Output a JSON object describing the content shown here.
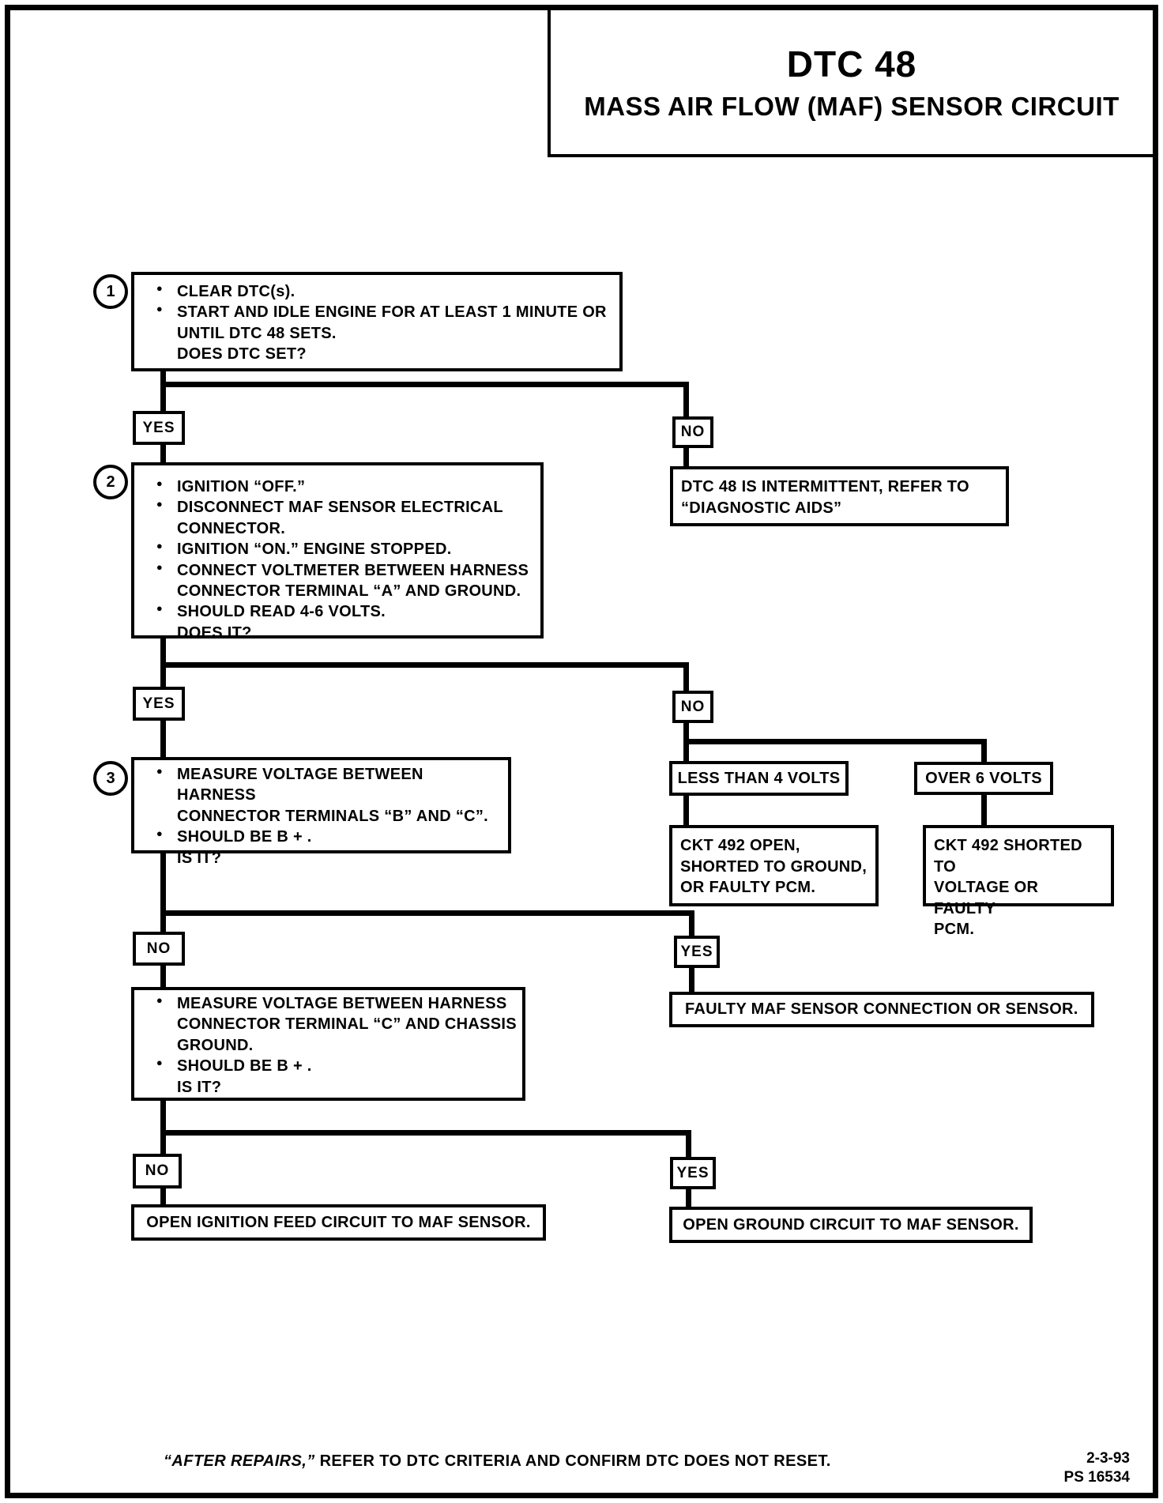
{
  "header": {
    "title": "DTC 48",
    "subtitle": "MASS AIR FLOW (MAF) SENSOR CIRCUIT"
  },
  "steps": {
    "step1": {
      "number": "1",
      "lines": [
        {
          "bullet": true,
          "text": "CLEAR DTC(s)."
        },
        {
          "bullet": true,
          "text": "START AND IDLE ENGINE FOR AT LEAST 1 MINUTE OR"
        },
        {
          "bullet": false,
          "text": "UNTIL DTC 48 SETS."
        },
        {
          "bullet": false,
          "text": "DOES DTC SET?"
        }
      ]
    },
    "step2": {
      "number": "2",
      "lines": [
        {
          "bullet": true,
          "text": "IGNITION “OFF.”"
        },
        {
          "bullet": true,
          "text": "DISCONNECT MAF SENSOR ELECTRICAL"
        },
        {
          "bullet": false,
          "text": "CONNECTOR."
        },
        {
          "bullet": true,
          "text": "IGNITION “ON.”  ENGINE STOPPED."
        },
        {
          "bullet": true,
          "text": "CONNECT VOLTMETER BETWEEN HARNESS"
        },
        {
          "bullet": false,
          "text": "CONNECTOR TERMINAL “A” AND GROUND."
        },
        {
          "bullet": true,
          "text": "SHOULD READ 4-6 VOLTS."
        },
        {
          "bullet": false,
          "text": "DOES IT?"
        }
      ]
    },
    "step3": {
      "number": "3",
      "lines": [
        {
          "bullet": true,
          "text": "MEASURE VOLTAGE BETWEEN HARNESS"
        },
        {
          "bullet": false,
          "text": "CONNECTOR TERMINALS “B” AND “C”."
        },
        {
          "bullet": true,
          "text": "SHOULD BE B + ."
        },
        {
          "bullet": false,
          "text": "IS IT?"
        }
      ]
    },
    "step4": {
      "lines": [
        {
          "bullet": true,
          "text": "MEASURE VOLTAGE BETWEEN HARNESS"
        },
        {
          "bullet": false,
          "text": "CONNECTOR TERMINAL “C” AND CHASSIS"
        },
        {
          "bullet": false,
          "text": "GROUND."
        },
        {
          "bullet": true,
          "text": "SHOULD BE B + ."
        },
        {
          "bullet": false,
          "text": "IS IT?"
        }
      ]
    }
  },
  "branches": {
    "b1_yes": "YES",
    "b1_no": "NO",
    "b2_yes": "YES",
    "b2_no": "NO",
    "b3_no": "NO",
    "b3_yes": "YES",
    "b4_no": "NO",
    "b4_yes": "YES"
  },
  "outcomes": {
    "intermittent": {
      "lines": [
        {
          "bullet": false,
          "text": "DTC 48 IS INTERMITTENT, REFER TO"
        },
        {
          "bullet": false,
          "text": "“DIAGNOSTIC AIDS”"
        }
      ]
    },
    "less_than_4": "LESS THAN 4 VOLTS",
    "over_6": "OVER 6 VOLTS",
    "ckt_open": {
      "lines": [
        {
          "bullet": false,
          "text": "CKT 492 OPEN,"
        },
        {
          "bullet": false,
          "text": "SHORTED TO GROUND,"
        },
        {
          "bullet": false,
          "text": "OR FAULTY PCM."
        }
      ]
    },
    "ckt_shorted": {
      "lines": [
        {
          "bullet": false,
          "text": "CKT 492 SHORTED TO"
        },
        {
          "bullet": false,
          "text": "VOLTAGE OR FAULTY"
        },
        {
          "bullet": false,
          "text": "PCM."
        }
      ]
    },
    "faulty_maf": "FAULTY MAF SENSOR CONNECTION OR SENSOR.",
    "open_ignition": "OPEN IGNITION FEED CIRCUIT TO MAF SENSOR.",
    "open_ground": "OPEN GROUND CIRCUIT TO MAF SENSOR."
  },
  "footer": {
    "note_italic": "“AFTER REPAIRS,”",
    "note_rest": " REFER TO DTC CRITERIA  AND CONFIRM DTC DOES NOT RESET.",
    "date": "2-3-93",
    "doc_number": "PS 16534"
  }
}
